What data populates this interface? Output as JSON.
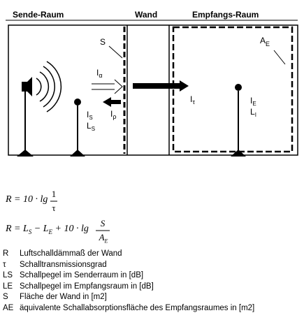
{
  "diagram": {
    "headers": {
      "send_room": "Sende-Raum",
      "wall": "Wand",
      "receive_room": "Empfangs-Raum"
    },
    "labels": {
      "S": "S",
      "A": "A",
      "A_sub": "E",
      "I_alpha": "I",
      "I_alpha_sub": "α",
      "I_rho": "I",
      "I_rho_sub": "ρ",
      "I_tau": "I",
      "I_tau_sub": "τ",
      "I_S": "I",
      "I_S_sub": "S",
      "L_S": "L",
      "L_S_sub": "S",
      "I_E": "I",
      "I_E_sub": "E",
      "L_E": "L",
      "L_E_sub": "I"
    }
  },
  "formulas": {
    "f1_left": "R = 10 · lg",
    "f1_num": "1",
    "f1_den": "τ",
    "f2_left": "R = L",
    "f2_sub_s": "S",
    "f2_mid": " − L",
    "f2_sub_e": "E",
    "f2_right": " + 10 · lg",
    "f2_num": "S",
    "f2_den": "A",
    "f2_den_sub": "E"
  },
  "legend": [
    {
      "symbol": "R",
      "text": "Luftschalldämmaß der Wand"
    },
    {
      "symbol": "τ",
      "text": "Schalltransmissionsgrad"
    },
    {
      "symbol": "LS",
      "text": "Schallpegel im Senderraum in [dB]"
    },
    {
      "symbol": "LE",
      "text": "Schallpegel im Empfangsraum in [dB]"
    },
    {
      "symbol": "S",
      "text": "Fläche der Wand in [m2]"
    },
    {
      "symbol": "AE",
      "text": "äquivalente Schallabsorptionsfläche des Empfangsraumes in [m2]"
    }
  ]
}
